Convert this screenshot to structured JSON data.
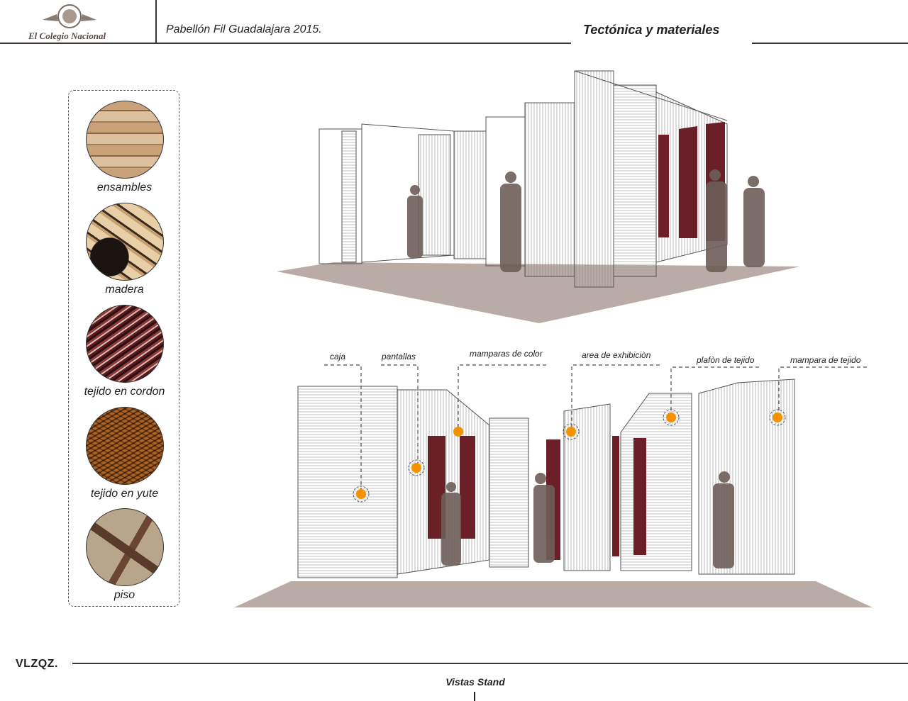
{
  "header": {
    "logo_text": "El Colegio Nacional",
    "project": "Pabellón Fil  Guadalajara 2015.",
    "section_title": "Tectónica y materiales"
  },
  "materials": [
    {
      "label": "ensambles"
    },
    {
      "label": "madera"
    },
    {
      "label": "tejido en cordon"
    },
    {
      "label": "tejido en yute"
    },
    {
      "label": "piso"
    }
  ],
  "callouts": [
    {
      "label": "caja"
    },
    {
      "label": "pantallas"
    },
    {
      "label": "mamparas de color"
    },
    {
      "label": "area de exhibiciòn"
    },
    {
      "label": "plafòn de tejido"
    },
    {
      "label": "mampara de tejido"
    }
  ],
  "footer": {
    "brand": "VLZQZ.",
    "sheet_title": "Vistas Stand"
  },
  "colors": {
    "maroon": "#6b2027",
    "floor": "#b9aba6",
    "marker": "#f39200",
    "silhouette": "#6e5e58"
  }
}
